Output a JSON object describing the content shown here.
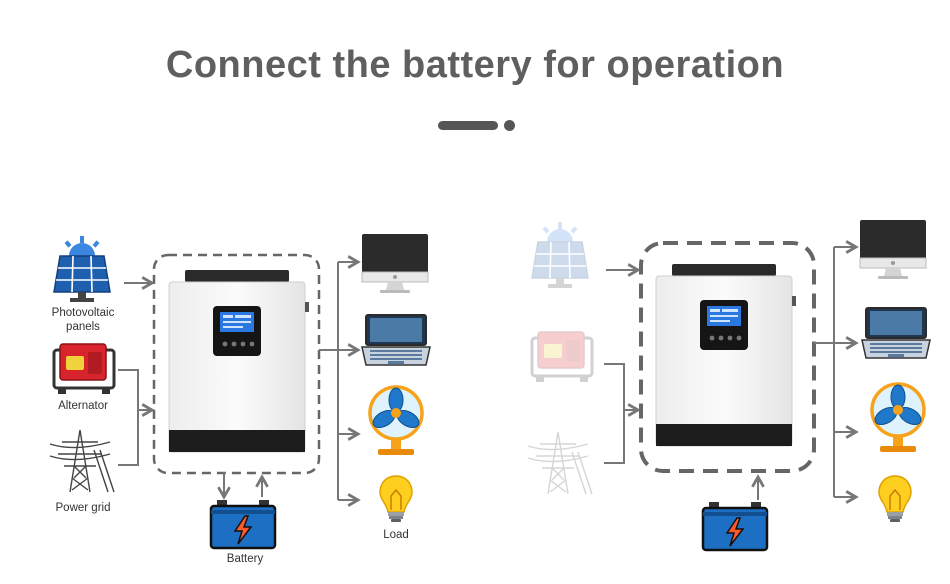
{
  "title": "Connect the battery for operation",
  "labels": {
    "pv": "Photovoltaic\npanels",
    "alternator": "Alternator",
    "grid": "Power grid",
    "battery": "Battery",
    "load": "Load"
  },
  "icons": {
    "pv": "solar-panel-icon",
    "alternator": "generator-icon",
    "grid": "power-tower-icon",
    "battery": "battery-icon",
    "monitor": "monitor-icon",
    "laptop": "laptop-icon",
    "fan": "fan-icon",
    "bulb": "light-bulb-icon",
    "inverter": "inverter-icon"
  },
  "colors": {
    "title": "#5f5f5f",
    "arrow": "#777777",
    "dashed_border": "#666666",
    "solar_blue": "#1f6fc9",
    "generator_red": "#d8242c",
    "battery_blue": "#1d6fc4",
    "fan_orange": "#f7a21b",
    "bulb_yellow": "#ffcf1f"
  }
}
